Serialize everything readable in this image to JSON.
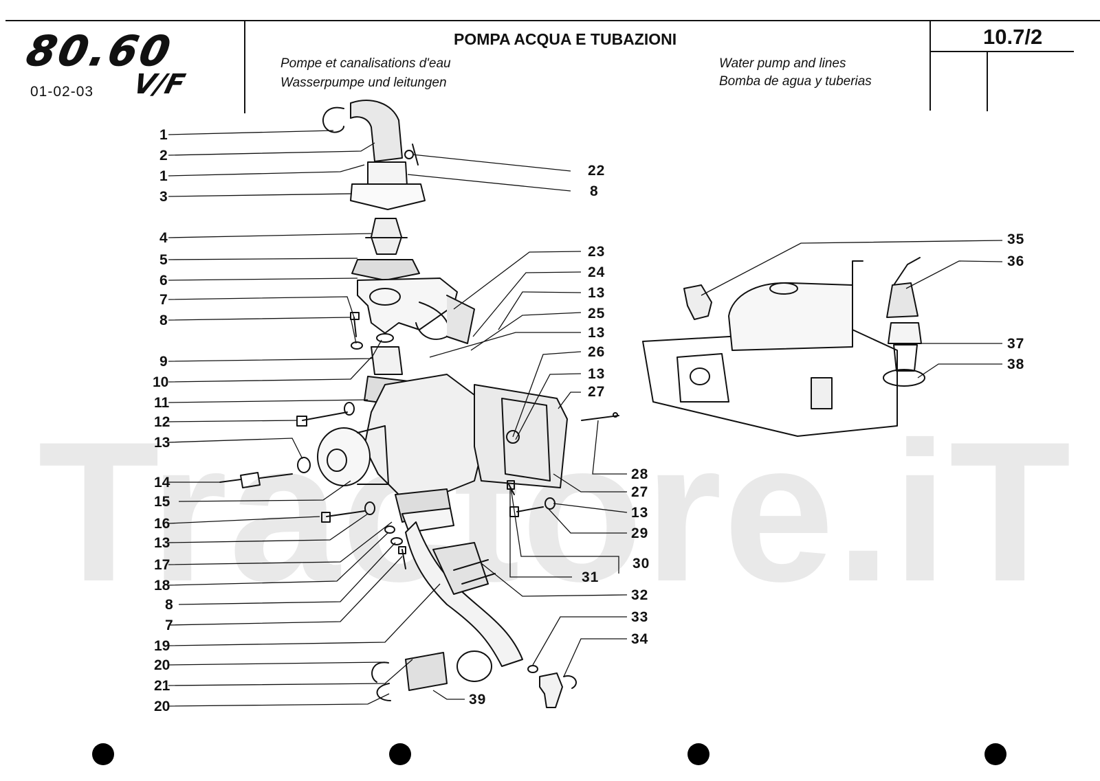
{
  "header": {
    "logo": {
      "model": "80.60",
      "variant": "V/F",
      "codes": "01-02-03"
    },
    "title": "POMPA ACQUA E TUBAZIONI",
    "subtitles": {
      "fr": "Pompe et canalisations d'eau",
      "de": "Wasserpumpe und leitungen",
      "en": "Water pump and lines",
      "es": "Bomba de agua y tuberias"
    },
    "page_number": "10.7/2"
  },
  "watermark": "Tractore.iT",
  "callouts_left": [
    "1",
    "2",
    "1",
    "3",
    "4",
    "5",
    "6",
    "7",
    "8",
    "9",
    "10",
    "11",
    "12",
    "13",
    "14",
    "15",
    "16",
    "13",
    "17",
    "18",
    "8",
    "7",
    "19",
    "20",
    "21",
    "20"
  ],
  "callouts_right": [
    "22",
    "8",
    "23",
    "24",
    "13",
    "25",
    "13",
    "26",
    "13",
    "27",
    "28",
    "27",
    "13",
    "29",
    "30",
    "31",
    "32",
    "33",
    "34",
    "35",
    "36",
    "37",
    "38",
    "39"
  ],
  "binding_holes": 4
}
